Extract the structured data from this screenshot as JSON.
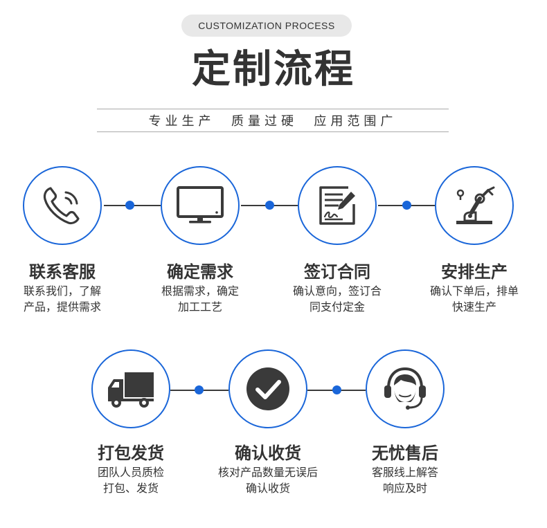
{
  "header": {
    "english_title": "CUSTOMIZATION PROCESS",
    "title": "定制流程",
    "subtitle": "专业生产  质量过硬  应用范围广"
  },
  "steps": [
    {
      "title": "联系客服",
      "desc_line1": "联系我们，了解",
      "desc_line2": "产品，提供需求",
      "icon": "phone-icon"
    },
    {
      "title": "确定需求",
      "desc_line1": "根据需求，确定",
      "desc_line2": "加工工艺",
      "icon": "monitor-icon"
    },
    {
      "title": "签订合同",
      "desc_line1": "确认意向，签订合",
      "desc_line2": "同支付定金",
      "icon": "contract-icon"
    },
    {
      "title": "安排生产",
      "desc_line1": "确认下单后，排单",
      "desc_line2": "快速生产",
      "icon": "robot-arm-icon"
    },
    {
      "title": "打包发货",
      "desc_line1": "团队人员质检",
      "desc_line2": "打包、发货",
      "icon": "truck-icon"
    },
    {
      "title": "确认收货",
      "desc_line1": "核对产品数量无误后",
      "desc_line2": "确认收货",
      "icon": "checkmark-icon"
    },
    {
      "title": "无忧售后",
      "desc_line1": "客服线上解答",
      "desc_line2": "响应及时",
      "icon": "headset-icon"
    }
  ],
  "colors": {
    "accent": "#1a66d9",
    "text": "#333333",
    "pill_bg": "#e8e8e8",
    "icon": "#3a3a3a"
  }
}
